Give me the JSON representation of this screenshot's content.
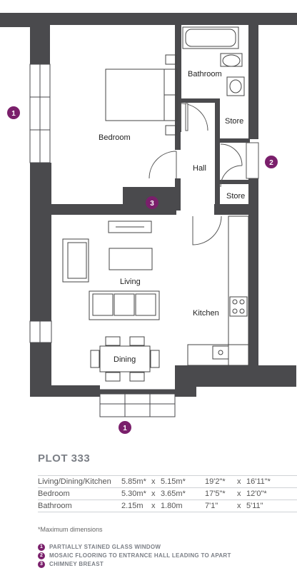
{
  "rooms": {
    "bathroom": "Bathroom",
    "bedroom": "Bedroom",
    "store_upper": "Store",
    "hall": "Hall",
    "store_lower": "Store",
    "living": "Living",
    "kitchen": "Kitchen",
    "dining": "Dining"
  },
  "markers": {
    "window_left": "1",
    "entrance": "2",
    "chimney": "3",
    "window_bottom": "1"
  },
  "plot_title": "PLOT 333",
  "dimensions": [
    {
      "room": "Living/Dining/Kitchen",
      "metric_1": "5.85m*",
      "x": "x",
      "metric_2": "5.15m*",
      "imperial_1": "19'2\"*",
      "imperial_2": "16'11\"*"
    },
    {
      "room": "Bedroom",
      "metric_1": "5.30m*",
      "x": "x",
      "metric_2": "3.65m*",
      "imperial_1": "17'5\"*",
      "imperial_2": "12'0\"*"
    },
    {
      "room": "Bathroom",
      "metric_1": "2.15m",
      "x": "x",
      "metric_2": "1.80m",
      "imperial_1": "7'1\"",
      "imperial_2": "5'11\""
    }
  ],
  "footnote": "*Maximum dimensions",
  "legend": [
    {
      "num": "1",
      "text": "PARTIALLY STAINED GLASS WINDOW"
    },
    {
      "num": "2",
      "text": "MOSAIC FLOORING TO ENTRANCE HALL LEADING TO APART"
    },
    {
      "num": "3",
      "text": "CHIMNEY BREAST"
    }
  ],
  "colors": {
    "wall": "#4a4a4d",
    "accent": "#7a1f6b",
    "text_grey": "#7b7f86"
  }
}
